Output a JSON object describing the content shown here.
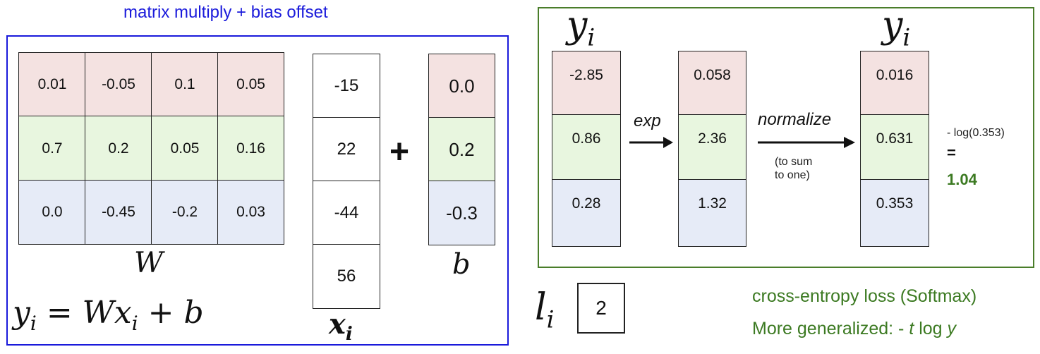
{
  "title": "matrix multiply + bias offset",
  "W": {
    "rows": [
      [
        "0.01",
        "-0.05",
        "0.1",
        "0.05"
      ],
      [
        "0.7",
        "0.2",
        "0.05",
        "0.16"
      ],
      [
        "0.0",
        "-0.45",
        "-0.2",
        "0.03"
      ]
    ],
    "label": "W"
  },
  "x": {
    "values": [
      "-15",
      "22",
      "-44",
      "56"
    ],
    "label_main": "x",
    "label_sub": "i"
  },
  "b": {
    "values": [
      "0.0",
      "0.2",
      "-0.3"
    ],
    "label": "b"
  },
  "plus": "+",
  "equation": {
    "lhs": "y",
    "lhs_sub": "i",
    "rhs": " = Wx",
    "rhs_sub": "i",
    "tail": " + b"
  },
  "softmax": {
    "y_label_main": "y",
    "y_label_sub": "i",
    "scores": [
      "-2.85",
      "0.86",
      "0.28"
    ],
    "exp_label": "exp",
    "exps": [
      "0.058",
      "2.36",
      "1.32"
    ],
    "normalize_label": "normalize",
    "normalize_note_line1": "(to sum",
    "normalize_note_line2": "to one)",
    "probs": [
      "0.016",
      "0.631",
      "0.353"
    ],
    "yhat_label_main": "y",
    "yhat_hat": "^",
    "yhat_label_sub": "i",
    "loss_expr": "- log(0.353)",
    "loss_equals": "=",
    "loss_value": "1.04"
  },
  "label": {
    "main": "l",
    "sub": "i",
    "value": "2"
  },
  "captions": {
    "loss_name": "cross-entropy loss (Softmax)",
    "generalized_prefix": "More generalized: - ",
    "generalized_t": "t",
    "generalized_mid": " log ",
    "generalized_y": "y"
  },
  "colors": {
    "row1": "#f4e2e1",
    "row2": "#e8f6df",
    "row3": "#e6ebf7",
    "frame_blue": "#1a1adb",
    "frame_green": "#4a7d2a",
    "loss_green": "#3c7a22"
  }
}
